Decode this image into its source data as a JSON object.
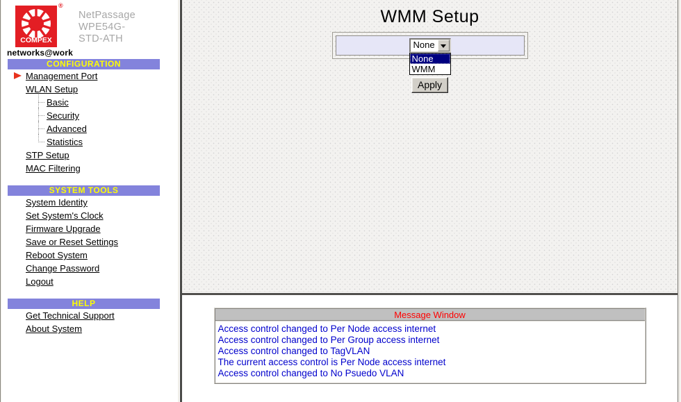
{
  "brand": {
    "logo_text": "COMPEX",
    "registered_mark": "®",
    "product_name_lines": [
      "NetPassage",
      "WPE54G-",
      "STD-ATH"
    ],
    "tagline": "networks@work"
  },
  "sidebar": {
    "sections": [
      {
        "title": "CONFIGURATION",
        "items": [
          {
            "label": "Management Port",
            "level": 1,
            "active": true
          },
          {
            "label": "WLAN Setup",
            "level": 1
          },
          {
            "label": "Basic",
            "level": 2
          },
          {
            "label": "Security",
            "level": 2
          },
          {
            "label": "Advanced",
            "level": 2
          },
          {
            "label": "Statistics",
            "level": 2
          },
          {
            "label": "STP Setup",
            "level": 1
          },
          {
            "label": "MAC Filtering",
            "level": 1
          }
        ]
      },
      {
        "title": "SYSTEM TOOLS",
        "items": [
          {
            "label": "System Identity",
            "level": 1
          },
          {
            "label": "Set System's Clock",
            "level": 1
          },
          {
            "label": "Firmware Upgrade",
            "level": 1
          },
          {
            "label": "Save or Reset Settings",
            "level": 1
          },
          {
            "label": "Reboot System",
            "level": 1
          },
          {
            "label": "Change Password",
            "level": 1
          },
          {
            "label": "Logout",
            "level": 1
          }
        ]
      },
      {
        "title": "HELP",
        "items": [
          {
            "label": "Get Technical Support",
            "level": 1
          },
          {
            "label": "About System",
            "level": 1
          }
        ]
      }
    ]
  },
  "main": {
    "title": "WMM Setup",
    "select": {
      "value": "None",
      "options": [
        "None",
        "WMM"
      ],
      "selected_index": 0
    },
    "apply_label": "Apply"
  },
  "messages": {
    "header": "Message Window",
    "lines": [
      "Access control changed to Per Node access internet",
      "Access control changed to Per Group access internet",
      "Access control changed to TagVLAN",
      "The current access control is Per Node access internet",
      "Access control changed to No Psuedo VLAN"
    ]
  },
  "colors": {
    "section_bar_bg": "#8383dc",
    "section_bar_text": "#ffff00",
    "logo_bg": "#e31e24",
    "arrow_red": "#e8321e",
    "highlight": "#000080",
    "lavender": "#e6e6f7",
    "msg_header_bg": "#c0c0c0",
    "msg_header_text": "#ff0000",
    "msg_text": "#0000cc"
  }
}
